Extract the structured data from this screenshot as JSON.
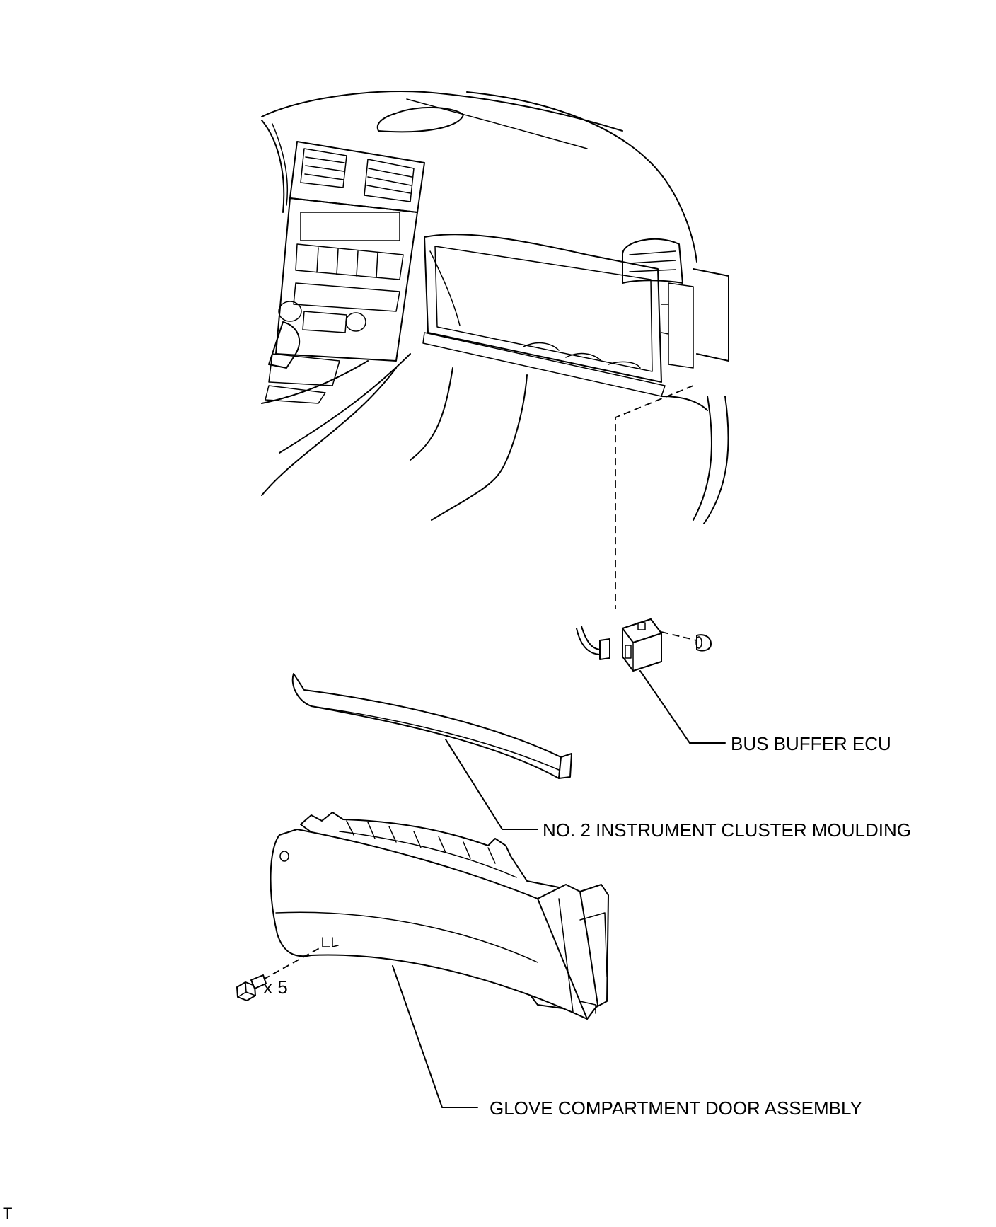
{
  "labels": {
    "bus_buffer_ecu": "BUS BUFFER ECU",
    "instrument_cluster_moulding": "NO. 2 INSTRUMENT CLUSTER MOULDING",
    "glove_compartment_door": "GLOVE COMPARTMENT DOOR ASSEMBLY",
    "screw_quantity": "x 5",
    "corner_mark": "T"
  }
}
